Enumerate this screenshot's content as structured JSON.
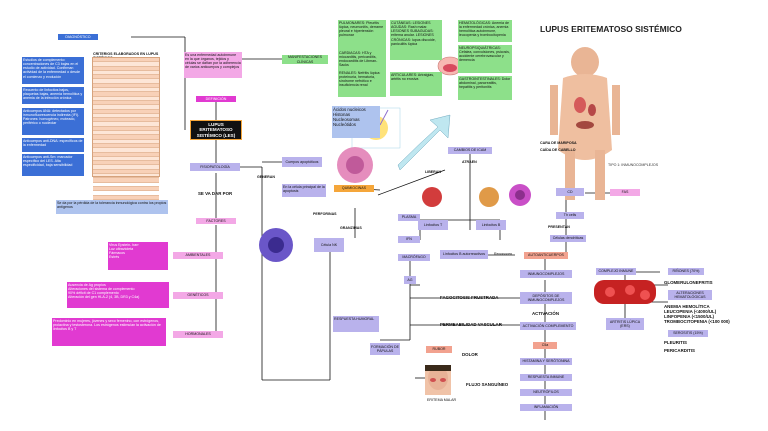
{
  "title": "LUPUS ERITEMATOSO SISTÉMICO",
  "center_box": "LUPUS ERITEMATOSO SISTÉMICO (LES)",
  "definicion_label": "DEFINICIÓN",
  "definicion_text": "Es una enfermedad autoinmune en la que órganos, tejidos y células se dañan por la adherencia de varios anticuerpos y complejos",
  "diagnostico_label": "DIAGNÓSTICO",
  "criterios_label": "CRITERIOS ELABORADOS EN LUPUS SISTÉMICO",
  "diagnostico_blocks": [
    "Estudios de complemento: concentraciones de C3 bajas en el estudio de actividad. Confirman actividad de la enfermedad o desde el comienzo y evolución",
    "Recuento de linfocitos bajos, plaquetas bajas, anemia hemolítica y anemia de la infección crónica",
    "Anticuerpos ANA: detectados por inmunofluorescencia indirecta (IFI). Patrones: homogéneo, moteado, periférico o nucleolar",
    "Anticuerpos anti-DNA: específicos de la enfermedad",
    "Anticuerpos anti-Sm: marcador específico del LES. Alta especificidad, baja sensibilidad"
  ],
  "manifestaciones_label": "MANIFESTACIONES CLÍNICAS",
  "green_boxes": [
    "PULMONARES: Pleuritis lúpica, neumonitis, derrame pleural e hipertensión pulmonar",
    "CUTÁNEAS: LESIONES AGUDAS: Rash malar. LESIONES SUBAGUDAS: eritema anular. LESIONES CRÓNICAS: lupus discoide, paniculitis lúpica",
    "HEMATOLÓGICAS: Anemia de la enfermedad crónica, anemia hemolítica autoinmune, leucopenia y trombocitopenia",
    "CARDIACAS: HTA y miocarditis, pericarditis, endocarditis de Libman-Sacks",
    "RENALES: Nefritis lúpica: proteinuria, hematuria, síndrome nefrótico e insuficiencia renal",
    "ARTICULARES: Artralgias, artritis no erosiva",
    "NEUROPSIQUIÁTRICAS: Cefalea, convulsiones, psicosis, accidente cerebrovascular y demencia",
    "GASTROINTESTINALES: Dolor abdominal, pancreatitis, hepatitis y peritonitis"
  ],
  "fisiopatologia_label": "FISIOPATOLOGÍA",
  "se_va_dar_por": "SE VA DAR POR",
  "perdida_tolerancia": "Se da por la pérdida de la tolerancia inmunológica contra los propios antígenos",
  "factores_label": "FACTORES",
  "ambientales_label": "AMBIENTALES",
  "ambientales_items": [
    "Virus Epstein- barr",
    "Luz ultravioleta",
    "Fármacos",
    "Estrés"
  ],
  "genetica_label": "GENÉTICOS",
  "genetica_items": [
    "Ausencia de Ag propios",
    "Alteraciones del sistema de complemento",
    "90% déficit de C1 complemento",
    "Alteración del gen HLA-2 (4, 3B, DR3 y C4a)"
  ],
  "hormonales_label": "HORMONALES",
  "hormonales_text": "Predominio en mujeres, jóvenes y sexo femenino, con estrógenos, prolactina y testosterona. Los estrógenos estimulan la activación de linfocitos B y T",
  "generan_label": "GENERAN",
  "cuerpos_apoptoticos": "Cuerpos apoptóticos",
  "en_la_celula": "En la célula principal de la apoptosis",
  "acidos_nucleicos": [
    "Ácidos nucleicos",
    "Histonas",
    "Nucleosomas",
    "Nucleótidos"
  ],
  "liberan_label": "LIBERAN",
  "quimiocinas_label": "QUIMIOCINAS",
  "perforinas_label": "PERFORINAS",
  "granzimas_label": "GRANZIMAS",
  "celula_nk": "Célula NK",
  "gamado_de_icam": "CAMBIOS DE ICAM",
  "atraen_label": "ATRAEN",
  "linfocitos_t": "Linfocitos T",
  "linfocitos_b": "Linfocitos B",
  "cd_label": "CD",
  "fas_label": "FAS",
  "th_cells": "Th cells",
  "presentan_label": "PRESENTAN",
  "celulas_dendriticas": "Células dendríticas",
  "linfocitos_b_autoreact": "Linfocitos B autorreactivos",
  "plasma_label": "PLASMA",
  "reconocen": "Reconocen",
  "autoanticuerpos": "AUTOANTICUERPOS",
  "ifn_label": "IFN",
  "macrofago": "MACRÓFAGO",
  "ag_label": "AG",
  "inmunocomplejos": "INMUNOCOMPLEJOS",
  "fagocitosis_label": "FAGOCITOSIS FRUSTRADA",
  "deposito_label": "DEPÓSITOS DE INMUNOCOMPLEJOS",
  "activacion_label": "ACTIVACIÓN",
  "activacion_complemento": "ACTIVACIÓN COMPLEMENTO",
  "permeabilidad_label": "PERMEABILIDAD VASCULAR",
  "c5a_label": "C5a",
  "neutrofilos_eos": "NEUTRÓFILOS",
  "dolor_label": "DOLOR",
  "rubor_label": "RUBOR",
  "flujo_label": "FLUJO SANGUÍNEO",
  "eritema_label": "ERITEMA MALAR",
  "formacion_label": "FORMACIÓN DE PÁPULAS",
  "infla_label": "INFLAMACIÓN",
  "respuesta_inmune": "RESPUESTA INMUNE",
  "histamina_label": "HISTAMINA Y SERÓTONINA",
  "respuesta_humoral": "RESPUESTA HUMORAL",
  "complejo_label": "COMPLEJO INMUNE",
  "right_list": [
    "ANEMIA HEMOLÍTICA",
    "LEUCOPENIA (<4000/UL)",
    "LINFOPENIA (<1500/UL)",
    "TROMBOCITOPENIA (<100 000)"
  ],
  "glomerulonefritis": "GLOMERULONEFRITIS",
  "pleuritis": "PLEURITIS",
  "pericarditis": "PERICARDITIS",
  "artritis_label": "ARTRITIS LÚPICA (ERS)",
  "pleuritis_box": "SEROSITIS (15%)",
  "rinones_label": "RIÑONES (70%)",
  "alteraciones": "ALTERACIONES HEMATOLÓGICAS",
  "tipo_1": "TIPO 1: INMUNOCOMPLEJOS",
  "butterfly_face": "CARA DE MARIPOSA",
  "caida_label": "CAÍDA DE CABELLO",
  "colors": {
    "blue": "#3b6fd6",
    "light_blue": "#aec3ee",
    "green": "#8de08a",
    "pink": "#f3a8e6",
    "magenta": "#e13ad1",
    "lavender": "#b9b2ec",
    "orange": "#f5a63a"
  }
}
